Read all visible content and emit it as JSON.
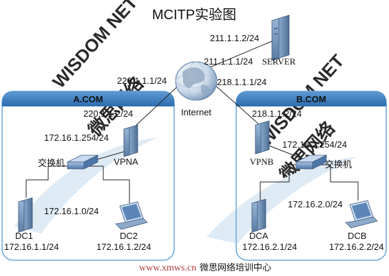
{
  "title": "MCITP实验图",
  "internet": {
    "label": "Internet"
  },
  "server": {
    "label": "SERVER",
    "ip": "211.1.1.2/24",
    "link_ip": "211.1.1.1/24"
  },
  "site_a": {
    "name": "A.COM",
    "wan_ip_isp": "220.1.1.1/24",
    "wan_ip": "220.1.1.2/24",
    "lan_gateway": "172.16.1.254/24",
    "vpn_label": "VPNA",
    "switch_label": "交换机",
    "subnet": "172.16.1.0/24",
    "hosts": [
      {
        "name": "DC1",
        "ip": "172.16.1.1/24"
      },
      {
        "name": "DC2",
        "ip": "172.16.1.2/24"
      }
    ]
  },
  "site_b": {
    "name": "B.COM",
    "wan_ip_isp": "218.1.1.1/24",
    "wan_ip": "218.1.1.2/24",
    "lan_gateway": "172.16.2.254/24",
    "vpn_label": "VPNB",
    "switch_label": "交换机",
    "subnet": "172.16.2.0/24",
    "hosts": [
      {
        "name": "DCA",
        "ip": "172.16.2.1/24"
      },
      {
        "name": "DCB",
        "ip": "172.16.2.2/24"
      }
    ]
  },
  "watermark": {
    "left_text": "WISDOM NET",
    "left_cn": "微思网络",
    "right_text": "WISDOM NET",
    "right_cn": "微思网络"
  },
  "footer": {
    "url": "www.xmws.cn",
    "cn": "微思网络培训中心"
  },
  "colors": {
    "site_box": "#6aa6da",
    "site_header": "#2f6fb3",
    "server": "#8aa9c9",
    "watermark": "#c9ddec",
    "footer_cn": "#b43a3a"
  }
}
